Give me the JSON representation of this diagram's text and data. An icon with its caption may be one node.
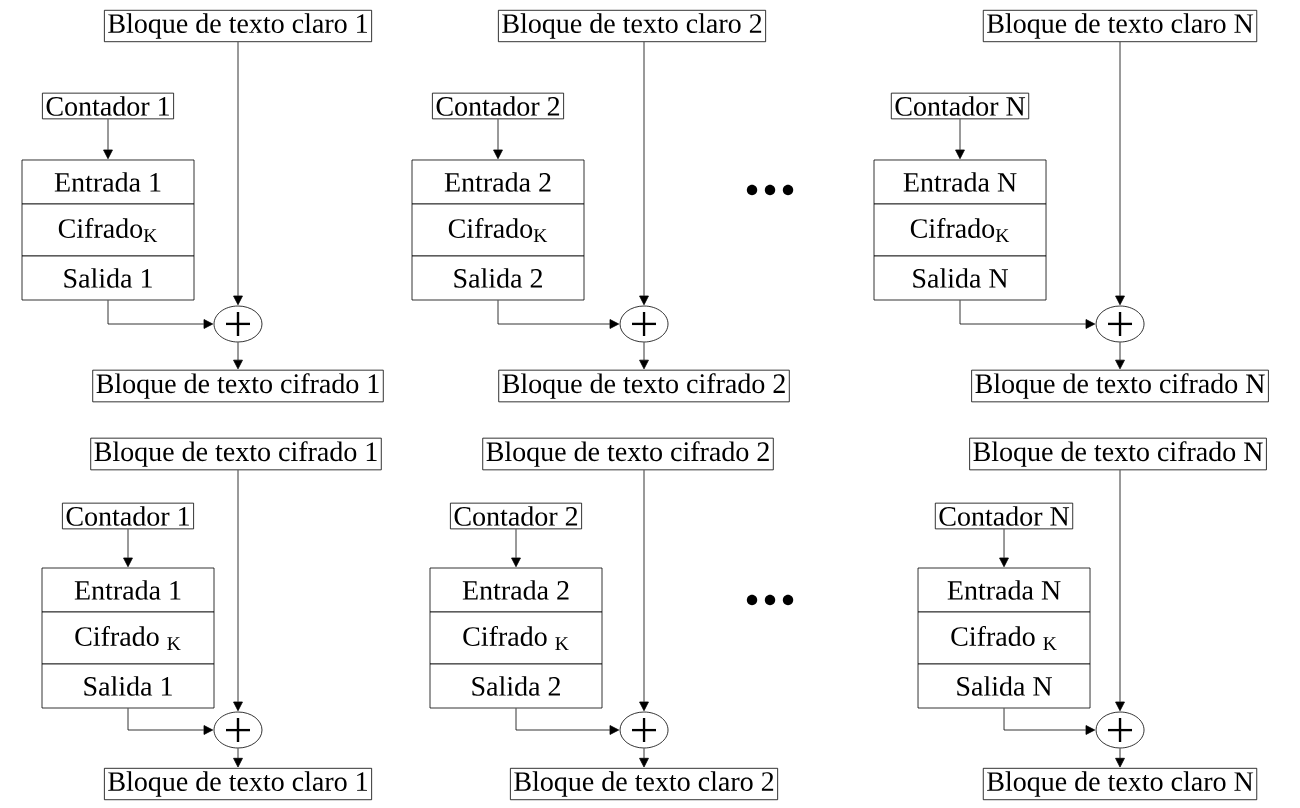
{
  "diagram": {
    "nodes": [
      {
        "text": [
          "Bloque de texto claro 1"
        ]
      },
      {
        "text": [
          "Contador 1"
        ]
      },
      {
        "text": [
          "Entrada 1"
        ]
      },
      {
        "text": [
          "Cifrado$_{K}$"
        ]
      },
      {
        "text": [
          "Salida 1"
        ]
      },
      {
        "text": [],
        "shape": "circle"
      },
      {
        "text": [
          "Bloque de texto cifrado 1"
        ]
      },
      {
        "text": [
          "Bloque de texto claro 2"
        ]
      },
      {
        "text": [
          "Contador 2"
        ]
      },
      {
        "text": [
          "Entrada 2"
        ]
      },
      {
        "text": [
          "Cifrado$_{K}$"
        ]
      },
      {
        "text": [
          "Salida 2"
        ]
      },
      {
        "text": [],
        "shape": "circle"
      },
      {
        "text": [
          "Bloque de texto cifrado 2"
        ]
      },
      {
        "text": [
          "Bloque de texto claro N"
        ]
      },
      {
        "text": [
          "Contador N"
        ]
      },
      {
        "text": [
          "Entrada N"
        ]
      },
      {
        "text": [
          "Cifrado$_{K}$"
        ]
      },
      {
        "text": [
          "Salida N"
        ]
      },
      {
        "text": [],
        "shape": "circle"
      },
      {
        "text": [
          "Bloque de texto cifrado N"
        ]
      },
      {
        "text": [
          "Bloque de texto cifrado 1"
        ]
      },
      {
        "text": [
          "Contador 1"
        ]
      },
      {
        "text": [
          "Entrada 1"
        ]
      },
      {
        "text": [
          "Cifrado $_{K}$"
        ]
      },
      {
        "text": [
          "Salida 1"
        ]
      },
      {
        "text": [],
        "shape": "circle"
      },
      {
        "text": [
          "Bloque de texto claro 1"
        ]
      },
      {
        "text": [
          "Bloque de texto cifrado 2"
        ]
      },
      {
        "text": [
          "Contador 2"
        ]
      },
      {
        "text": [
          "Entrada 2"
        ]
      },
      {
        "text": [
          "Cifrado $_{K}$"
        ]
      },
      {
        "text": [
          "Salida 2"
        ]
      },
      {
        "text": [],
        "shape": "circle"
      },
      {
        "text": [
          "Bloque de texto claro 2"
        ]
      },
      {
        "text": [
          "Bloque de texto cifrado N"
        ]
      },
      {
        "text": [
          "Contador N"
        ]
      },
      {
        "text": [
          "Entrada N"
        ]
      },
      {
        "text": [
          "Cifrado $_{K}$"
        ]
      },
      {
        "text": [
          "Salida N"
        ]
      },
      {
        "text": [],
        "shape": "circle"
      },
      {
        "text": [
          "Bloque de texto claro N"
        ]
      }
    ],
    "edges": [
      {
        "from": 1,
        "to": 2,
        "arrow": "to"
      },
      {
        "from": 0,
        "to": 5,
        "arrow": "to"
      },
      {
        "from": 4,
        "to": 5,
        "arrow": "to"
      },
      {
        "from": 5,
        "to": 6,
        "arrow": "to"
      },
      {
        "from": 8,
        "to": 9,
        "arrow": "to"
      },
      {
        "from": 7,
        "to": 12,
        "arrow": "to"
      },
      {
        "from": 11,
        "to": 12,
        "arrow": "to"
      },
      {
        "from": 12,
        "to": 13,
        "arrow": "to"
      },
      {
        "from": 15,
        "to": 16,
        "arrow": "to"
      },
      {
        "from": 14,
        "to": 19,
        "arrow": "to"
      },
      {
        "from": 18,
        "to": 19,
        "arrow": "to"
      },
      {
        "from": 19,
        "to": 20,
        "arrow": "to"
      },
      {
        "from": 22,
        "to": 23,
        "arrow": "to"
      },
      {
        "from": 21,
        "to": 26,
        "arrow": "to"
      },
      {
        "from": 25,
        "to": 26,
        "arrow": "to"
      },
      {
        "from": 26,
        "to": 27,
        "arrow": "to"
      },
      {
        "from": 29,
        "to": 30,
        "arrow": "to"
      },
      {
        "from": 28,
        "to": 33,
        "arrow": "to"
      },
      {
        "from": 32,
        "to": 33,
        "arrow": "to"
      },
      {
        "from": 33,
        "to": 34,
        "arrow": "to"
      },
      {
        "from": 36,
        "to": 37,
        "arrow": "to"
      },
      {
        "from": 35,
        "to": 40,
        "arrow": "to"
      },
      {
        "from": 39,
        "to": 40,
        "arrow": "to"
      },
      {
        "from": 40,
        "to": 41,
        "arrow": "to"
      }
    ]
  }
}
